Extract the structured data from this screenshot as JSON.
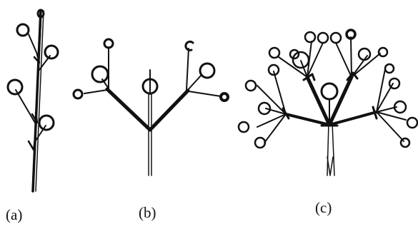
{
  "figure": {
    "panels": [
      {
        "id": "a",
        "label": "(a)"
      },
      {
        "id": "b",
        "label": "(b)"
      },
      {
        "id": "c",
        "label": "(c)"
      }
    ]
  },
  "style": {
    "ink": "#111111",
    "paper": "#ffffff"
  }
}
